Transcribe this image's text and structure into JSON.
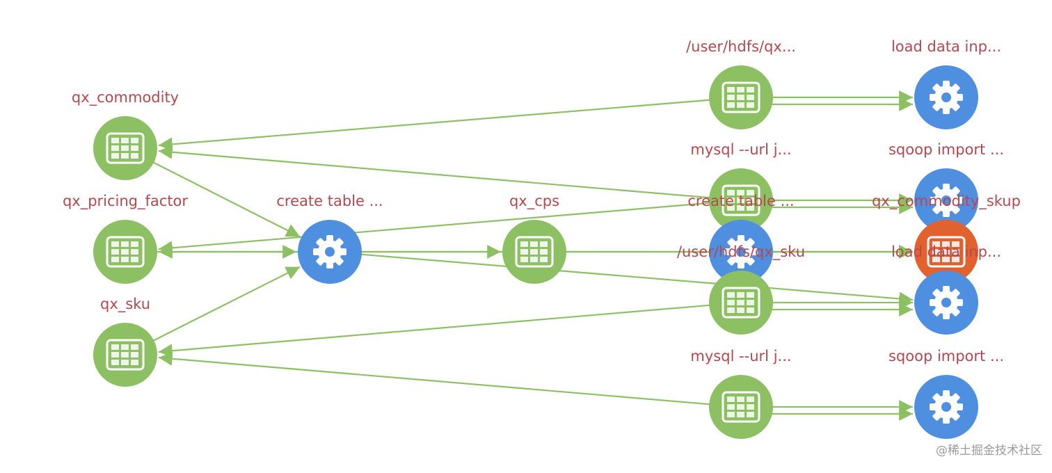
{
  "colors": {
    "table": "#8cc063",
    "process": "#4f8fe0",
    "highlight": "#e2622f",
    "label": "#b7474f",
    "edge": "#8cc063"
  },
  "nodes": [
    {
      "id": "n1",
      "label": "qx_commodity",
      "type": "table"
    },
    {
      "id": "n2",
      "label": "qx_pricing_factor",
      "type": "table"
    },
    {
      "id": "n3",
      "label": "qx_sku",
      "type": "table"
    },
    {
      "id": "n4",
      "label": "create table ...",
      "type": "process"
    },
    {
      "id": "n5",
      "label": "qx_cps",
      "type": "table"
    },
    {
      "id": "n6",
      "label": "/user/hdfs/qx...",
      "type": "table"
    },
    {
      "id": "n7",
      "label": "mysql --url j...",
      "type": "table"
    },
    {
      "id": "n8",
      "label": "create table ...",
      "type": "process"
    },
    {
      "id": "n9",
      "label": "/user/hdfs/qx_sku",
      "type": "table"
    },
    {
      "id": "n10",
      "label": "mysql --url j...",
      "type": "table"
    },
    {
      "id": "n11",
      "label": "load data inp...",
      "type": "process"
    },
    {
      "id": "n12",
      "label": "sqoop import ...",
      "type": "process"
    },
    {
      "id": "n13",
      "label": "qx_commodity_skup",
      "type": "highlight"
    },
    {
      "id": "n14",
      "label": "load data inp...",
      "type": "process"
    },
    {
      "id": "n15",
      "label": "sqoop import ...",
      "type": "process"
    }
  ],
  "edges": [
    [
      "n6",
      "n11"
    ],
    [
      "n6",
      "n11"
    ],
    [
      "n6",
      "n1"
    ],
    [
      "n7",
      "n1"
    ],
    [
      "n7",
      "n12"
    ],
    [
      "n7",
      "n12"
    ],
    [
      "n1",
      "n4"
    ],
    [
      "n2",
      "n4"
    ],
    [
      "n4",
      "n2"
    ],
    [
      "n3",
      "n4"
    ],
    [
      "n4",
      "n5"
    ],
    [
      "n4",
      "n13"
    ],
    [
      "n5",
      "n13"
    ],
    [
      "n4",
      "n14"
    ],
    [
      "n9",
      "n14"
    ],
    [
      "n9",
      "n14"
    ],
    [
      "n9",
      "n3"
    ],
    [
      "n10",
      "n3"
    ],
    [
      "n10",
      "n15"
    ],
    [
      "n10",
      "n15"
    ],
    [
      "n8",
      "n13"
    ],
    [
      "n7",
      "n2"
    ]
  ],
  "watermark": "@稀土掘金技术社区"
}
